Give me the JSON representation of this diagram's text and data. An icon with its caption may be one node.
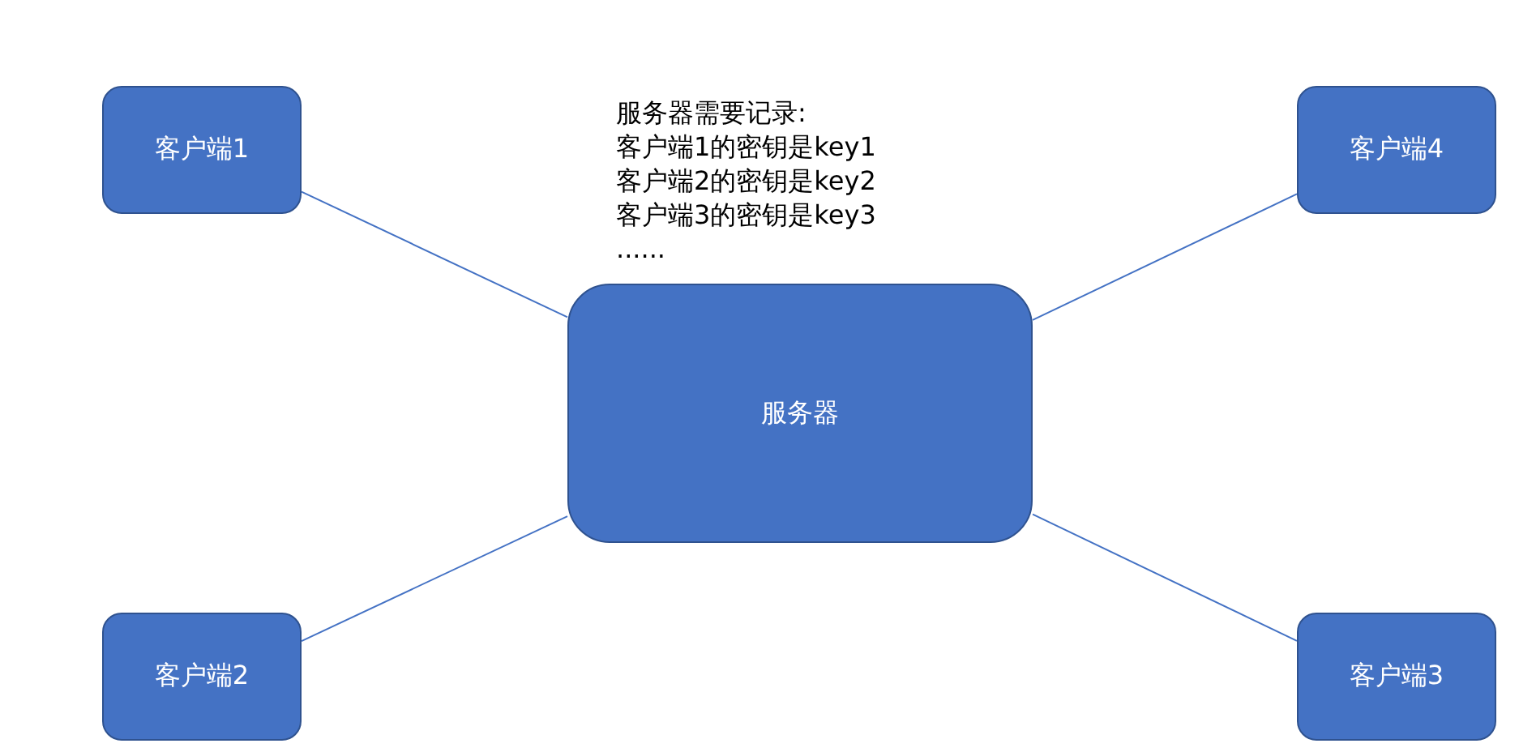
{
  "diagram": {
    "nodes": [
      {
        "text": [
          "客户端1"
        ]
      },
      {
        "text": [
          "客户端4"
        ]
      },
      {
        "text": [
          "服务器"
        ]
      },
      {
        "text": [
          "客户端2"
        ]
      },
      {
        "text": [
          "客户端3"
        ]
      }
    ],
    "edges": [
      {
        "from": 0,
        "to": 2,
        "arrow": "none"
      },
      {
        "from": 1,
        "to": 2,
        "arrow": "none"
      },
      {
        "from": 3,
        "to": 2,
        "arrow": "none"
      },
      {
        "from": 4,
        "to": 2,
        "arrow": "none"
      }
    ],
    "labels": [
      "服务器需要记录:",
      "客户端1的密钥是key1",
      "客户端2的密钥是key2",
      "客户端3的密钥是key3",
      "......"
    ]
  }
}
